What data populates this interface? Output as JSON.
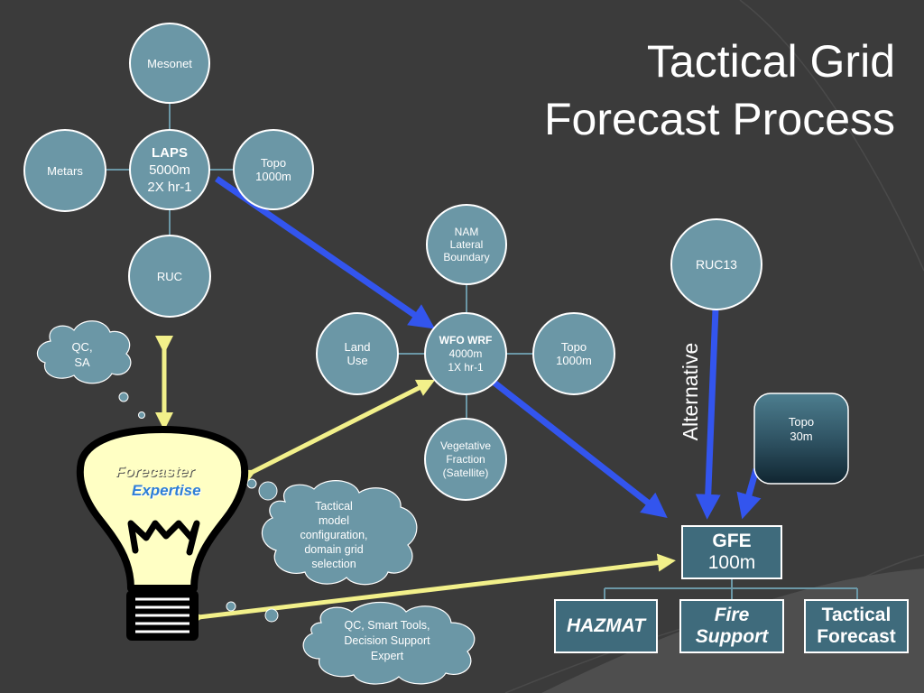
{
  "title": {
    "line1": "Tactical Grid",
    "line2": "Forecast Process"
  },
  "laps_cluster": {
    "mesonet": "Mesonet",
    "metars": "Metars",
    "topo": {
      "line1": "Topo",
      "line2": "1000m"
    },
    "ruc": "RUC",
    "laps": {
      "name": "LAPS",
      "res": "5000m",
      "rate": "2X hr-1"
    }
  },
  "wrf_cluster": {
    "nam": {
      "line1": "NAM",
      "line2": "Lateral",
      "line3": "Boundary"
    },
    "land_use": {
      "line1": "Land",
      "line2": "Use"
    },
    "topo": {
      "line1": "Topo",
      "line2": "1000m"
    },
    "veg": {
      "line1": "Vegetative",
      "line2": "Fraction",
      "line3": "(Satellite)"
    },
    "wrf": {
      "name": "WFO WRF",
      "res": "4000m",
      "rate": "1X hr-1"
    }
  },
  "ruc13": "RUC13",
  "alternative_label": "Alternative",
  "topo30": {
    "line1": "Topo",
    "line2": "30m"
  },
  "gfe": {
    "name": "GFE",
    "res": "100m"
  },
  "outputs": {
    "hazmat": "HAZMAT",
    "fire": {
      "line1": "Fire",
      "line2": "Support"
    },
    "tactical": {
      "line1": "Tactical",
      "line2": "Forecast"
    }
  },
  "bulb": {
    "line1": "Forecaster",
    "line2": "Expertise"
  },
  "thoughts": {
    "qc_sa": {
      "line1": "QC,",
      "line2": "SA"
    },
    "tactical_config": {
      "line1": "Tactical",
      "line2": "model",
      "line3": "configuration,",
      "line4": "domain grid",
      "line5": "selection"
    },
    "qc_tools": {
      "line1": "QC, Smart Tools,",
      "line2": "Decision Support",
      "line3": "Expert"
    }
  },
  "colors": {
    "background": "#3b3b3b",
    "node_fill": "#6b97a6",
    "blue_arrow": "#3355ee",
    "yellow_arrow": "#f2f08a",
    "bulb_fill": "#ffffc4",
    "output_fill": "#3f6b7c"
  }
}
